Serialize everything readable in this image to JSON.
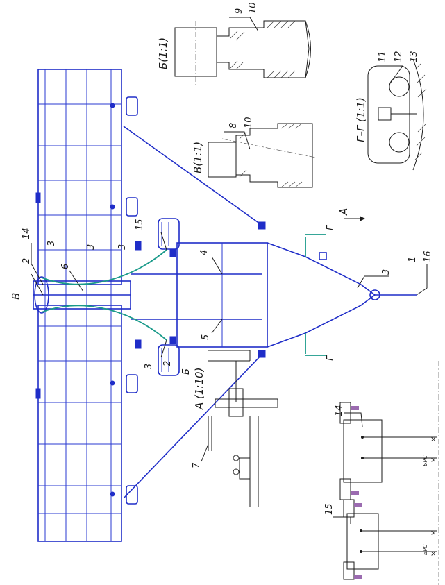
{
  "labels": {
    "b_section": "Б(1:1)",
    "v_section": "В(1:1)",
    "g_section": "Г–Г (1:1)",
    "a_view": "А (1:10)",
    "v_mark": "В",
    "b_mark": "Б",
    "g_mark_left": "Г",
    "g_mark_right": "Г",
    "a_mark": "А",
    "brs_left": "БРС",
    "brs_right": "БРС"
  },
  "callouts": {
    "c9": "9",
    "c10a": "10",
    "c8": "8",
    "c10b": "10",
    "c11": "11",
    "c12": "12",
    "c13": "13",
    "c14a": "14",
    "c3a": "3",
    "c2a": "2",
    "c6": "6",
    "c3b": "3",
    "c15a": "15",
    "c3c": "3",
    "c3d": "3",
    "c2b": "2",
    "c4": "4",
    "c5": "5",
    "c3e": "3",
    "c1": "1",
    "c16": "16",
    "c7": "7",
    "c14b": "14",
    "c15b": "15"
  },
  "colors": {
    "machine_lines": "#1f2dc8",
    "hose_lines": "#1a9a8a",
    "drafting_lines": "#1a1a1a"
  }
}
